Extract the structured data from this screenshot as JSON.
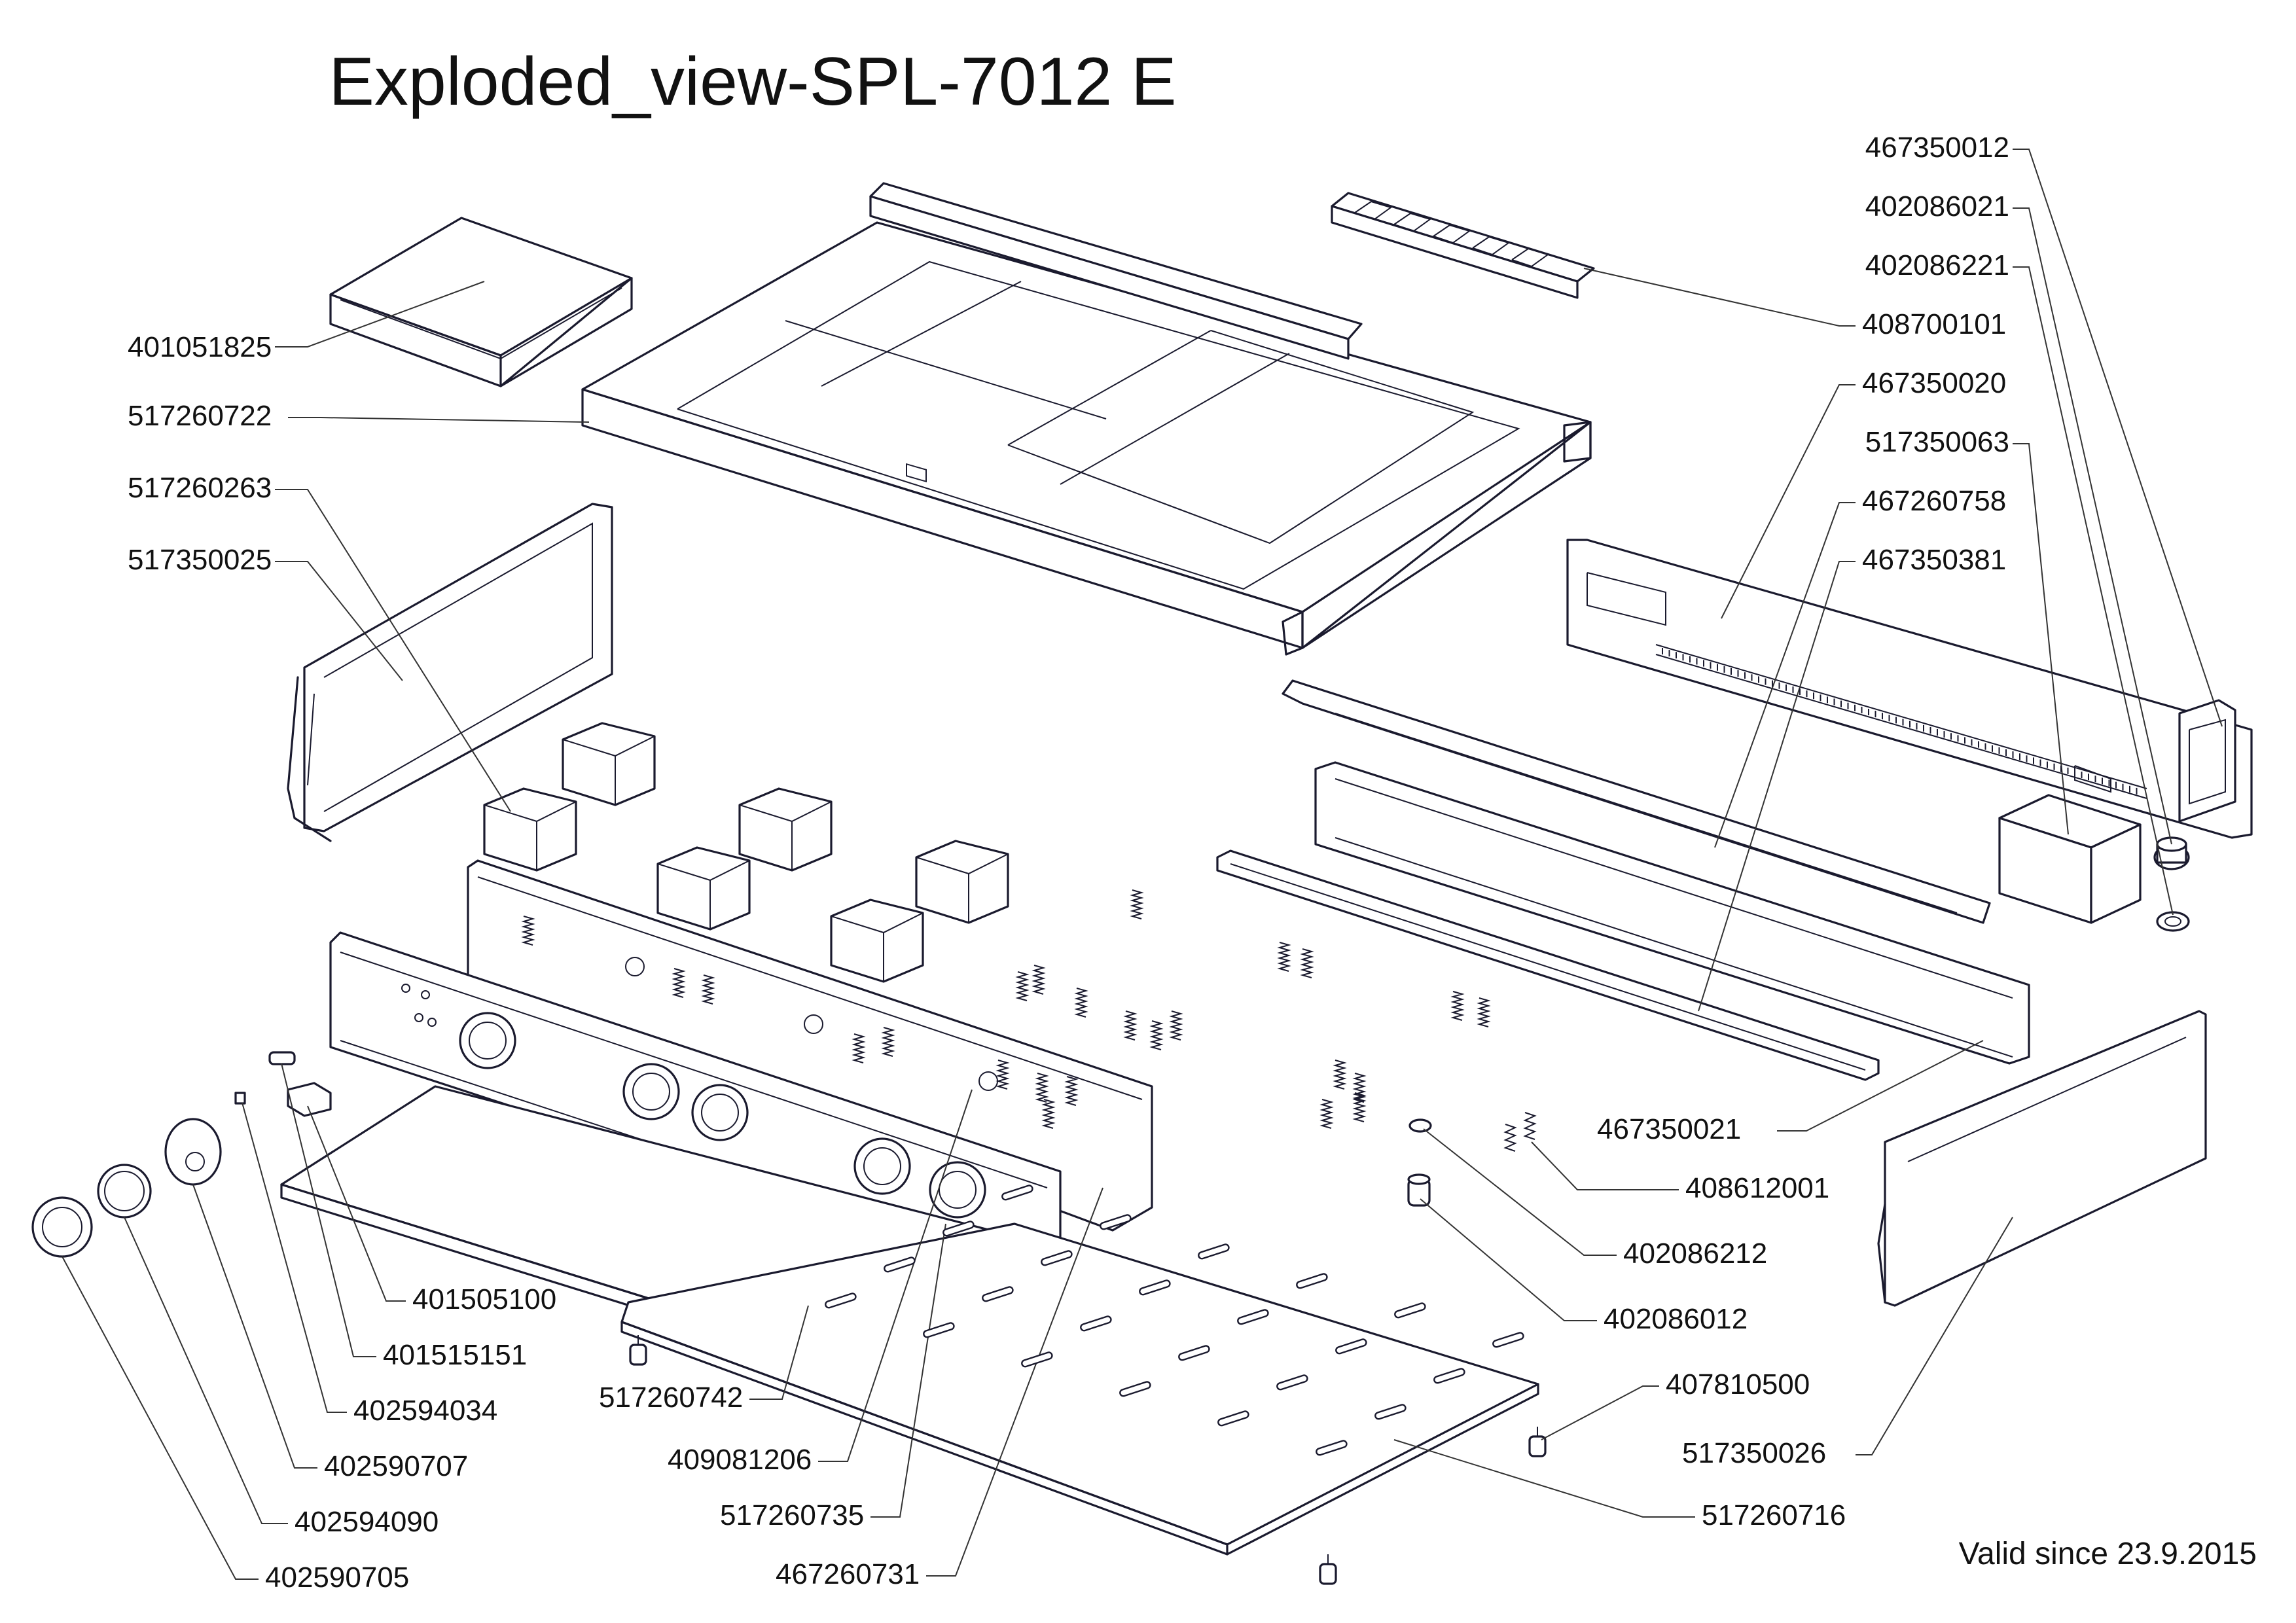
{
  "title": "Exploded_view-SPL-7012 E",
  "validity_note": "Valid since 23.9.2015",
  "part_numbers": {
    "p467350012": "467350012",
    "p402086021": "402086021",
    "p402086221": "402086221",
    "p408700101": "408700101",
    "p467350020": "467350020",
    "p517350063": "517350063",
    "p467260758": "467260758",
    "p467350381": "467350381",
    "p401051825": "401051825",
    "p517260722": "517260722",
    "p517260263": "517260263",
    "p517350025": "517350025",
    "p467350021": "467350021",
    "p408612001": "408612001",
    "p402086212": "402086212",
    "p402086012": "402086012",
    "p407810500": "407810500",
    "p517350026": "517350026",
    "p517260716": "517260716",
    "p401505100": "401505100",
    "p401515151": "401515151",
    "p402594034": "402594034",
    "p402590707": "402590707",
    "p402594090": "402594090",
    "p402590705": "402590705",
    "p517260742": "517260742",
    "p409081206": "409081206",
    "p517260735": "517260735",
    "p467260731": "467260731"
  },
  "colors": {
    "line": "#1a1a2e",
    "background": "#ffffff",
    "text": "#111111"
  }
}
